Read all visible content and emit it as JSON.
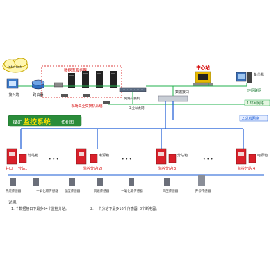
{
  "cloud": {
    "label": "Internet"
  },
  "top": {
    "entry_label": "接入端",
    "router_label": "路由器",
    "server_group_label": "数据库服务器",
    "switch_label": "网络交换机",
    "cabinet_label": "现场工业交换机系统",
    "data_interface_label": "数据接口",
    "center_label": "中心站",
    "backup_label": "备份机",
    "ring_label": "环网联网",
    "cable_label": "工业以太网"
  },
  "title_banner": {
    "prefix": "煤矿",
    "main": "监控系统",
    "suffix": "拓扑图"
  },
  "legend_right": {
    "ethernet": "1.环网网络",
    "bus": "2.总线网络"
  },
  "substations": [
    {
      "name": "分站1",
      "label": "井口",
      "box_label": "分站箱"
    },
    {
      "name": "监控分站(2)",
      "label": "",
      "box_label": "电源箱"
    },
    {
      "name": "监控分站(3)",
      "label": "",
      "box_label": "分站箱"
    },
    {
      "name": "监控分站(4)",
      "label": "",
      "box_label": "电源箱"
    }
  ],
  "sensors": [
    {
      "label": "甲烷传感器"
    },
    {
      "label": "一氧化碳传感器"
    },
    {
      "label": "温度传感器"
    },
    {
      "label": "风速传感器"
    },
    {
      "label": "一氧化碳传感器"
    },
    {
      "label": "风压传感器"
    },
    {
      "label": "开停传感器"
    }
  ],
  "notes": {
    "title": "说明:",
    "line1": "1. 个数据接口下最多64个监控分站。",
    "line2": "2. 一个分站下最多16个传感器, 8个断电器。"
  },
  "ellipsis": "• • •",
  "colors": {
    "green_line": "#22b14c",
    "blue_line": "#1a5bd6",
    "banner_bg": "#2a8c3a",
    "title_yellow": "#ffe100",
    "red_label": "#d40000",
    "station_red": "#d9202a"
  }
}
